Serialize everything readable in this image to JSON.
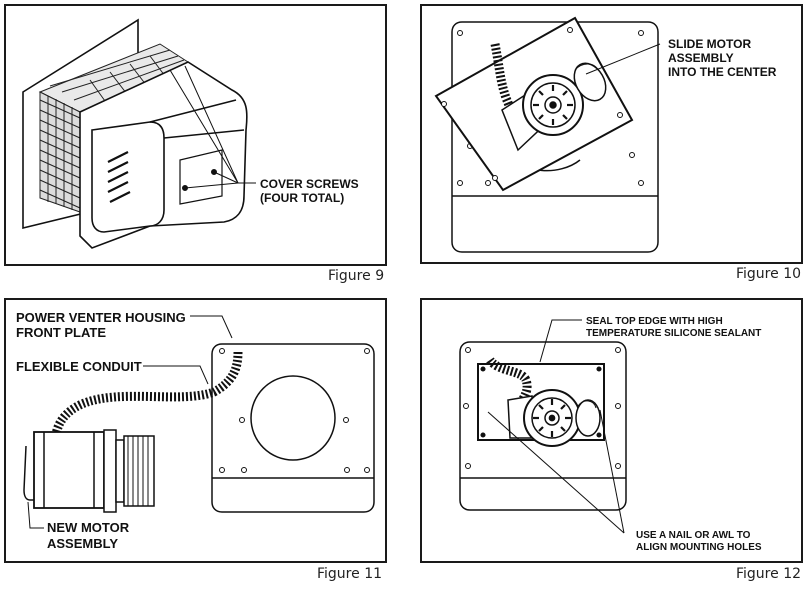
{
  "figures": [
    {
      "caption": "Figure 9",
      "callouts": [
        "COVER SCREWS",
        "(FOUR TOTAL)"
      ]
    },
    {
      "caption": "Figure 10",
      "callouts": [
        "SLIDE MOTOR",
        "ASSEMBLY",
        "INTO THE CENTER"
      ]
    },
    {
      "caption": "Figure 11",
      "callouts": [
        "POWER VENTER HOUSING",
        "FRONT PLATE",
        "FLEXIBLE CONDUIT",
        "NEW MOTOR",
        "ASSEMBLY"
      ]
    },
    {
      "caption": "Figure 12",
      "callouts": [
        "SEAL TOP EDGE WITH HIGH",
        "TEMPERATURE SILICONE SEALANT",
        "USE A NAIL OR AWL TO",
        "ALIGN MOUNTING HOLES"
      ]
    }
  ]
}
